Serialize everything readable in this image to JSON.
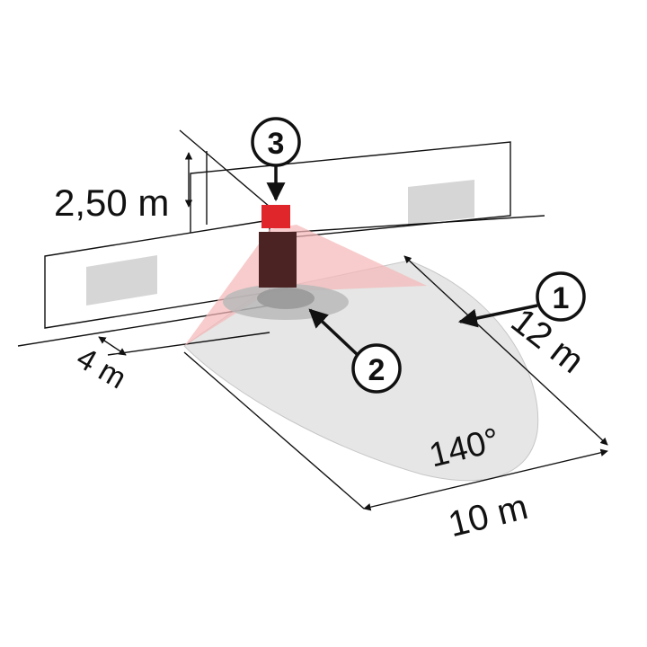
{
  "dimensions": {
    "height_label": "2,50 m",
    "width_label": "4 m",
    "length_label": "12 m",
    "range_label": "10 m",
    "angle_label": "140°"
  },
  "callouts": [
    {
      "number": "1",
      "target": "detection-zone"
    },
    {
      "number": "2",
      "target": "sensor-floor-spot"
    },
    {
      "number": "3",
      "target": "motion-sensor"
    }
  ],
  "colors": {
    "sensor": "#e0262b",
    "beam": "#f5b8b8",
    "floor_zone": "#e6e6e6",
    "lamp_body": "#4b2323",
    "window": "#d6d6d6",
    "line": "#111111"
  }
}
